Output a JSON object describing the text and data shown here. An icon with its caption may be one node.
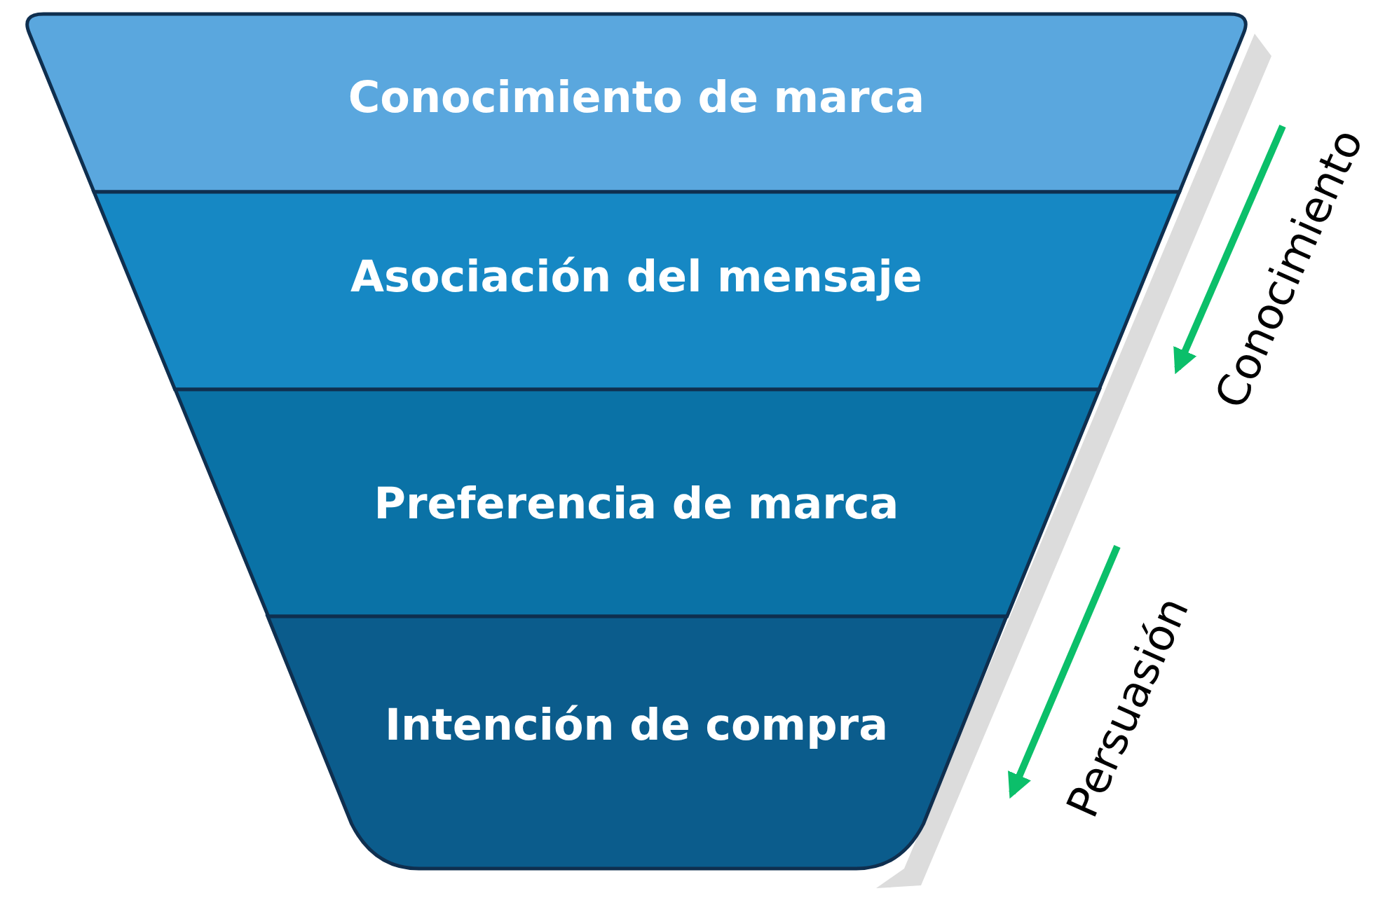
{
  "diagram": {
    "nodes": [
      {
        "text": [
          "Conocimiento de marca"
        ]
      },
      {
        "text": [
          "Asociación del mensaje"
        ]
      },
      {
        "text": [
          "Preferencia de marca"
        ]
      },
      {
        "text": [
          "Intención de compra"
        ]
      }
    ],
    "labels": [
      "Conocimiento",
      "Persuasión"
    ]
  }
}
